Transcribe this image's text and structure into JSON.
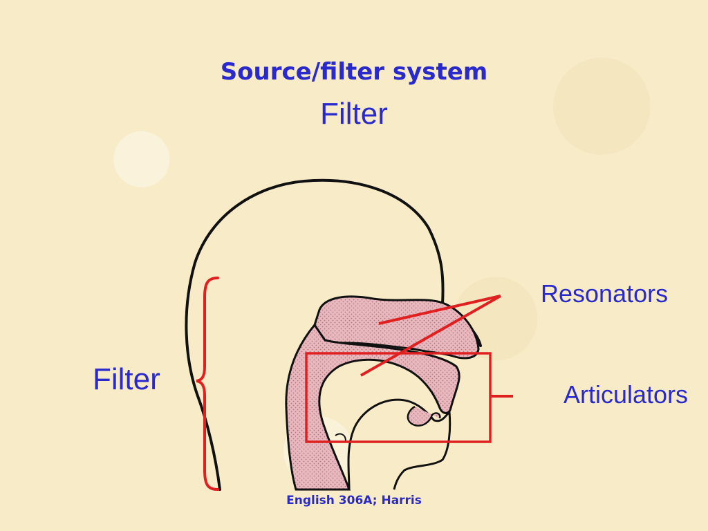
{
  "slide": {
    "title": "Source/filter system",
    "subtitle": "Filter",
    "labels": {
      "filter": "Filter",
      "resonators": "Resonators",
      "articulators": "Articulators"
    },
    "footer": "English 306A; Harris"
  },
  "colors": {
    "text": "#2a2acc",
    "annotation": "#e02020",
    "tract_fill": "#e9b8be",
    "outline": "#111111",
    "background": "#f8ecc8"
  }
}
